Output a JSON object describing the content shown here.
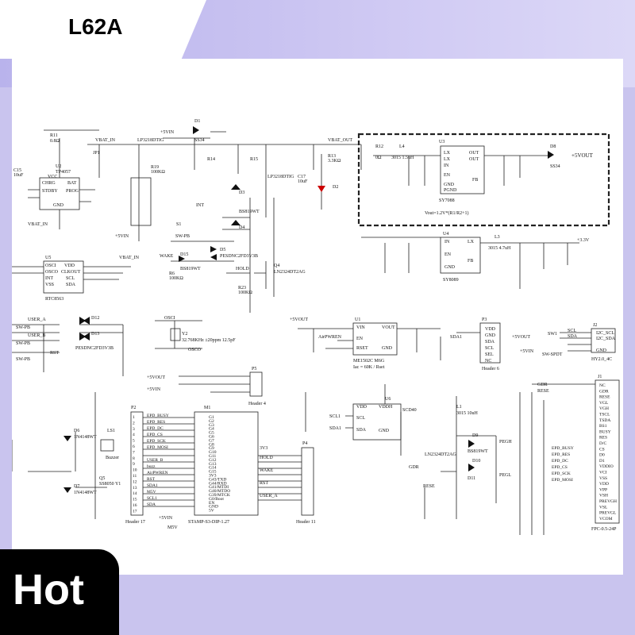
{
  "header": {
    "title": "L62A"
  },
  "badge": {
    "label": "Hot"
  },
  "schematic": {
    "labels": {
      "u2": "U2",
      "u2_part": "TP4057",
      "u2_chrg": "CHRG",
      "u2_stdby": "STDBY",
      "u2_vcc": "VCC",
      "u2_bat": "BAT",
      "u2_prog": "PROG",
      "u2_gnd": "GND",
      "vbat_in": "VBAT_IN",
      "jp1": "JP1",
      "lp3218": "LP3218DTIG",
      "lp3218b": "LP3218DTIG",
      "vbat_out": "VBAT_OUT",
      "r12": "R12",
      "r12v": "0Ω",
      "l4": "L4",
      "l4v": "3015 1.5uH",
      "u3": "U3",
      "u3_part": "SY7088",
      "u3_note": "Vout=1.2V*(R1/R2+1)",
      "d8": "D8",
      "d8v": "SS34",
      "p5v": "+5VOUT",
      "p33": "+3.3V",
      "u5": "U5",
      "u5_part": "RTC8563",
      "u4": "U4",
      "u4_part": "SY8089",
      "l3": "L3",
      "l3v": "3015 4.7uH",
      "q4": "Q4",
      "q4v": "LN2324DT2AG",
      "hold": "HOLD",
      "wake": "WAKE",
      "u1": "U1",
      "u1_part": "ME1502C M6G",
      "u1_note": "Iac = 60K / Rset",
      "airpwren": "AirPWREN",
      "p3": "P3",
      "p3_name": "Header 6",
      "sw1": "SW1",
      "sw1_part": "SW-SPDT",
      "j2": "J2",
      "j2_name": "HY2.0_4C",
      "i2c_scl": "I2C_SCL",
      "i2c_sda": "I2C_SDA",
      "y2": "Y2",
      "y2v": "32.768KHz ±20ppm 12.5pF",
      "osci": "OSCI",
      "osco": "OSCO",
      "p5": "P5",
      "p5_name": "Header 4",
      "p2": "P2",
      "p2_name": "Header 17",
      "m1": "M1",
      "m1_part": "STAMP-S3-DIP-1.27",
      "p4": "P4",
      "p4_name": "Header 11",
      "u6": "U6",
      "u6_part": "SCD40",
      "l1": "L1",
      "l1v": "3015 10uH",
      "j1": "J1",
      "j1_name": "FPC-0.5-24P",
      "ls1": "LS1",
      "ls1v": "Buzzer",
      "q5": "Q5",
      "q5v": "SS8050 Y1",
      "d6": "D6",
      "d6v": "1N4148WT",
      "d7": "D7",
      "d7v": "1N4148WT",
      "q1v": "LN2324DT2AG",
      "p5vin": "+5VIN",
      "m5v": "M5V",
      "gnd": "GND",
      "vin": "VIN",
      "vout": "VOUT",
      "en": "EN",
      "lx": "LX",
      "fb": "FB",
      "pgnd": "PGND",
      "out": "OUT",
      "in": "IN",
      "rset": "RSET",
      "vdd": "VDD",
      "scl": "SCL",
      "sda": "SDA",
      "sel": "SEL",
      "nc": "NC",
      "rst": "RST",
      "user_a": "USER_A",
      "user_b": "USER_B",
      "swpb": "SW-PB",
      "sdai": "SDA1",
      "scli": "SCL1",
      "vddh": "VDDH",
      "p3v3": "3V3",
      "d9": "D9",
      "d10": "D10",
      "d11": "D11",
      "d9v": "BS819WT",
      "pegh": "PEGH",
      "pegl": "PEGL",
      "gdr": "GDR",
      "rese": "RESE",
      "d1": "D1",
      "d2": "D2",
      "d3": "D3",
      "d4": "D4",
      "d5": "D5",
      "d5v": "PESDNC2FD3V3B",
      "d3v": "BS819WT",
      "d12": "D12",
      "d13": "D13",
      "d15": "D15",
      "d15v": "BS819WT",
      "r6": "R6",
      "r6v": "100KΩ",
      "rtc_osci": "OSCI",
      "rtc_osco": "OSCO",
      "clkout": "CLKOUT",
      "int": "INT",
      "vss": "VSS",
      "r11": "R11",
      "r11v": "0.8Ω",
      "c15": "C15",
      "c15v": "10uF",
      "r13": "R13",
      "r13v": "3.3KΩ",
      "c17": "C17",
      "c17v": "10uF",
      "r14": "R14",
      "r15": "R15",
      "r19": "R19",
      "r19v": "100KΩ",
      "sw_main": "S1",
      "d1v": "SS34",
      "d2v": "",
      "hold_r": "R23",
      "r23v": "100KΩ",
      "epd_busy": "EPD_BUSY",
      "epd_res": "EPD_RES",
      "epd_dc": "EPD_DC",
      "epd_cs": "EPD_CS",
      "epd_sck": "EPD_SCK",
      "epd_mosi": "EPD_MOSI",
      "buzz": "buzz",
      "fpc_pins": [
        "NC",
        "GDR",
        "RESE",
        "VGL",
        "VGH",
        "TSCL",
        "TSDA",
        "BS1",
        "BUSY",
        "RES",
        "D/C",
        "CS",
        "D0",
        "D1",
        "VDDIO",
        "VCI",
        "VSS",
        "VDD",
        "VPP",
        "VSH",
        "PREVGH",
        "VSL",
        "PREVGL",
        "VCOM"
      ],
      "m1_pins": [
        "G1",
        "G2",
        "G3",
        "G4",
        "G5",
        "G6",
        "G7",
        "G8",
        "G9",
        "G10",
        "G11",
        "G12",
        "G13",
        "G14",
        "G15",
        "3V3",
        "G43/TXD",
        "G44/RXD",
        "G41/MTDI",
        "G40/MTDO",
        "G39/MTCK",
        "G0/Boot",
        "EN",
        "GND",
        "5V"
      ],
      "p2_pins": [
        "1",
        "2",
        "3",
        "4",
        "5",
        "6",
        "7",
        "8",
        "9",
        "10",
        "11",
        "12",
        "13",
        "14",
        "15",
        "16",
        "17"
      ]
    }
  }
}
